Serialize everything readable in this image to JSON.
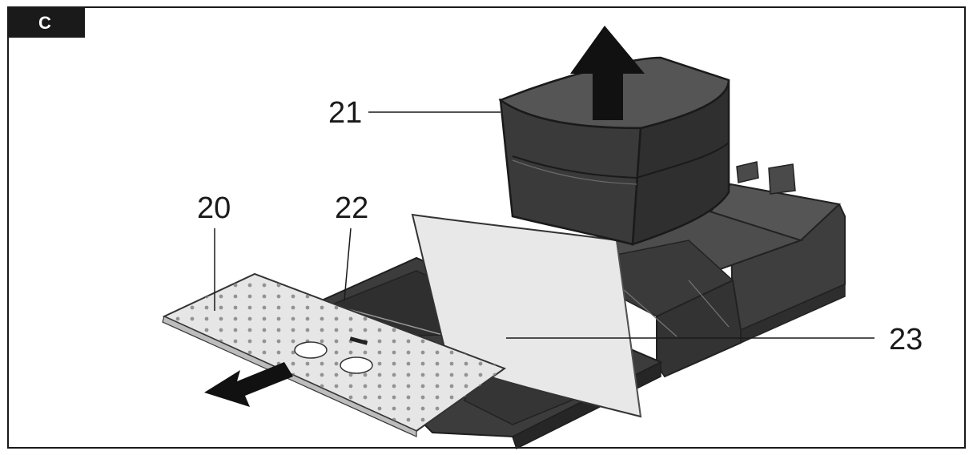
{
  "panel": {
    "badge_label": "C"
  },
  "callouts": {
    "c20": "20",
    "c21": "21",
    "c22": "22",
    "c23": "23"
  },
  "colors": {
    "frame": "#1a1a1a",
    "badge_bg": "#1a1a1a",
    "part_dark": "#3b3b3b",
    "part_mid": "#4a4a4a",
    "part_light": "#5a5a5a",
    "panel_white": "#e6e6e6",
    "arrow": "#111111"
  }
}
